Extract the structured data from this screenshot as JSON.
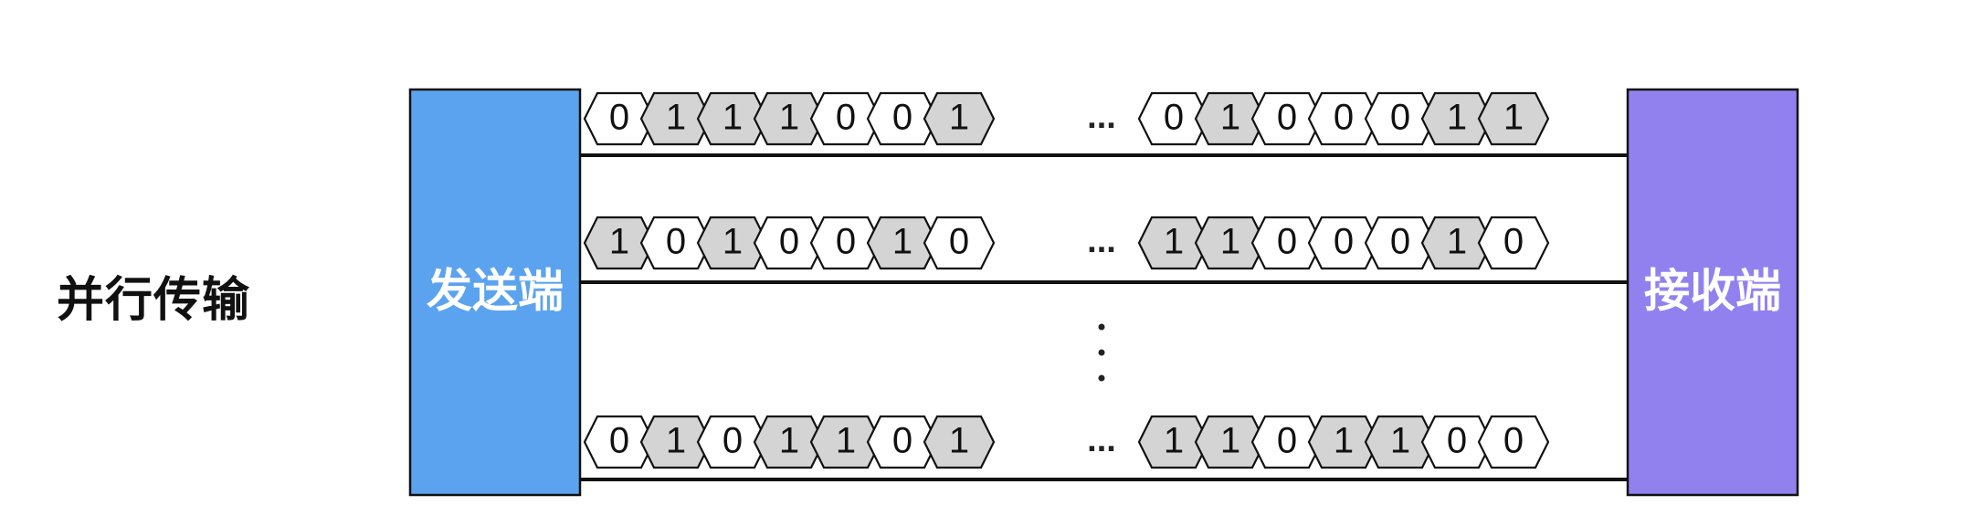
{
  "title": "并行传输",
  "sender": {
    "label": "发送端",
    "color": "#5ba3ef"
  },
  "receiver": {
    "label": "接收端",
    "color": "#9181ef"
  },
  "colors": {
    "one_fill": "#d4d4d4",
    "zero_fill": "#ffffff",
    "stroke": "#111111"
  },
  "ellipsis": "...",
  "lanes": [
    {
      "left": [
        "0",
        "1",
        "1",
        "1",
        "0",
        "0",
        "1"
      ],
      "right": [
        "0",
        "1",
        "0",
        "0",
        "0",
        "1",
        "1"
      ]
    },
    {
      "left": [
        "1",
        "0",
        "1",
        "0",
        "0",
        "1",
        "0"
      ],
      "right": [
        "1",
        "1",
        "0",
        "0",
        "0",
        "1",
        "0"
      ]
    },
    {
      "left": [
        "0",
        "1",
        "0",
        "1",
        "1",
        "0",
        "1"
      ],
      "right": [
        "1",
        "1",
        "0",
        "1",
        "1",
        "0",
        "0"
      ]
    }
  ]
}
